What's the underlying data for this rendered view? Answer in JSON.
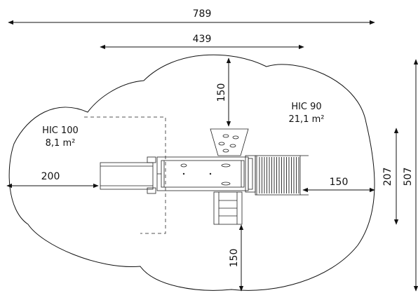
{
  "dimensions": {
    "top_width": "789",
    "inner_width": "439",
    "top_clearance": "150",
    "left_clearance": "200",
    "right_clearance": "150",
    "bottom_clearance": "150",
    "platform_height": "207",
    "total_height": "507"
  },
  "zones": {
    "left_label": "HIC 100",
    "left_area": "8,1 m²",
    "right_label": "HIC 90",
    "right_area": "21,1 m²"
  }
}
